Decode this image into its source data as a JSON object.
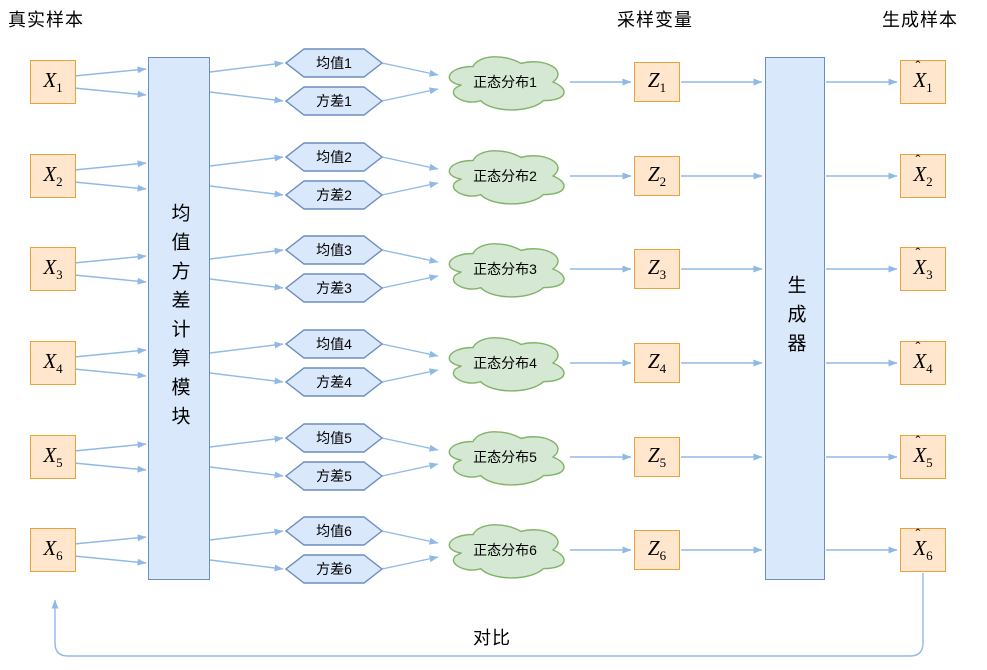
{
  "headers": {
    "real_samples": "真实样本",
    "sampled_variables": "采样变量",
    "generated_samples": "生成样本"
  },
  "modules": {
    "mean_var": "均值方差计算模块",
    "generator": "生成器"
  },
  "footer": {
    "compare_label": "对比"
  },
  "colors": {
    "sample_box_fill": "#FFE6CC",
    "sample_box_border": "#E8A33D",
    "module_fill": "#DAE8FC",
    "module_border": "#6C8EBF",
    "cloud_fill": "#D5E8D4",
    "cloud_border": "#82B366",
    "arrow": "#8FB9E6"
  },
  "rows": [
    {
      "input": {
        "base": "X",
        "sub": "1"
      },
      "mean": "均值1",
      "variance": "方差1",
      "distribution": "正态分布1",
      "latent": {
        "base": "Z",
        "sub": "1"
      },
      "output": {
        "hat": "ˆ",
        "base": "X",
        "sub": "1"
      }
    },
    {
      "input": {
        "base": "X",
        "sub": "2"
      },
      "mean": "均值2",
      "variance": "方差2",
      "distribution": "正态分布2",
      "latent": {
        "base": "Z",
        "sub": "2"
      },
      "output": {
        "hat": "ˆ",
        "base": "X",
        "sub": "2"
      }
    },
    {
      "input": {
        "base": "X",
        "sub": "3"
      },
      "mean": "均值3",
      "variance": "方差3",
      "distribution": "正态分布3",
      "latent": {
        "base": "Z",
        "sub": "3"
      },
      "output": {
        "hat": "ˆ",
        "base": "X",
        "sub": "3"
      }
    },
    {
      "input": {
        "base": "X",
        "sub": "4"
      },
      "mean": "均值4",
      "variance": "方差4",
      "distribution": "正态分布4",
      "latent": {
        "base": "Z",
        "sub": "4"
      },
      "output": {
        "hat": "ˆ",
        "base": "X",
        "sub": "4"
      }
    },
    {
      "input": {
        "base": "X",
        "sub": "5"
      },
      "mean": "均值5",
      "variance": "方差5",
      "distribution": "正态分布5",
      "latent": {
        "base": "Z",
        "sub": "5"
      },
      "output": {
        "hat": "ˆ",
        "base": "X",
        "sub": "5"
      }
    },
    {
      "input": {
        "base": "X",
        "sub": "6"
      },
      "mean": "均值6",
      "variance": "方差6",
      "distribution": "正态分布6",
      "latent": {
        "base": "Z",
        "sub": "6"
      },
      "output": {
        "hat": "ˆ",
        "base": "X",
        "sub": "6"
      }
    }
  ]
}
